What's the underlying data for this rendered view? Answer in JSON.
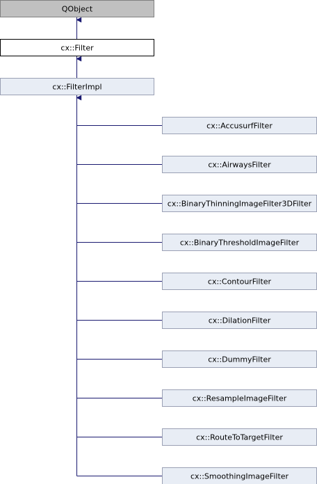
{
  "colors": {
    "edge": "#191970",
    "box_border": "#9aa0b4",
    "qobject_fill": "#c0c0c0",
    "qobject_border": "#808080",
    "filter_fill": "#ffffff",
    "filter_border": "#000000",
    "impl_fill": "#e8edf5",
    "child_fill": "#e8edf5"
  },
  "nodes": {
    "qobject": "QObject",
    "filter": "cx::Filter",
    "filterimpl": "cx::FilterImpl"
  },
  "children": [
    "cx::AccusurfFilter",
    "cx::AirwaysFilter",
    "cx::BinaryThinningImageFilter3DFilter",
    "cx::BinaryThresholdImageFilter",
    "cx::ContourFilter",
    "cx::DilationFilter",
    "cx::DummyFilter",
    "cx::ResampleImageFilter",
    "cx::RouteToTargetFilter",
    "cx::SmoothingImageFilter"
  ]
}
